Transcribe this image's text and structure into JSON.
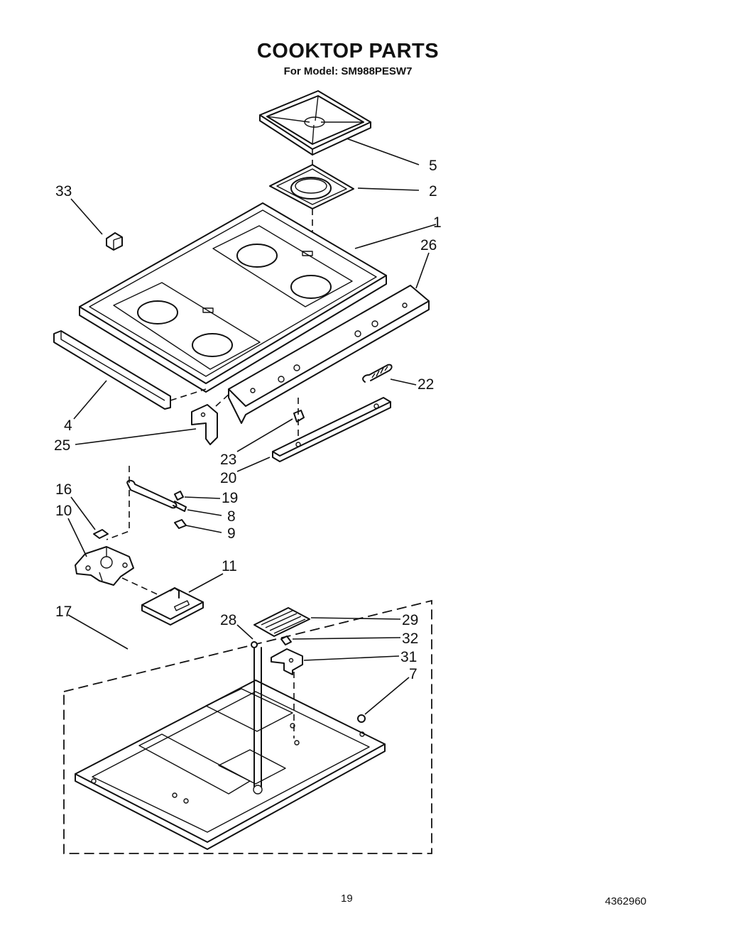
{
  "header": {
    "title": "COOKTOP PARTS",
    "subtitle": "For Model: SM988PESW7"
  },
  "footer": {
    "page_number": "19",
    "document_number": "4362960"
  },
  "callouts": [
    "5",
    "2",
    "1",
    "26",
    "33",
    "22",
    "4",
    "25",
    "23",
    "20",
    "16",
    "10",
    "19",
    "8",
    "9",
    "11",
    "17",
    "28",
    "29",
    "32",
    "31",
    "7"
  ]
}
